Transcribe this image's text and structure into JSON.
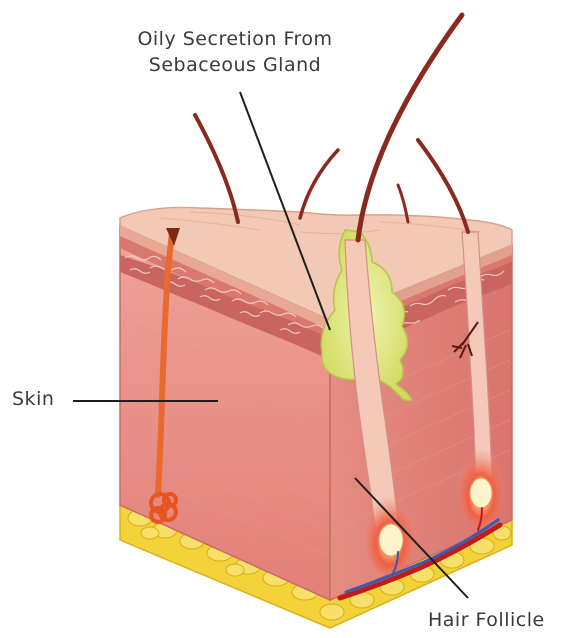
{
  "labels": {
    "oily_line1": "Oily Secretion From",
    "oily_line2": "Sebaceous Gland",
    "skin": "Skin",
    "hair_follicle": "Hair Follicle"
  },
  "colors": {
    "dermis": "#e98f86",
    "epidermis": "#f2c9b4",
    "fat": "#f3d23a",
    "gland": "#e6ec8a",
    "hair": "#8a2a1f",
    "sweat_gland": "#e86a2e",
    "follicle_bulb": "#e23a2a",
    "vein": "#3a5bb0",
    "artery": "#c01a1a"
  }
}
